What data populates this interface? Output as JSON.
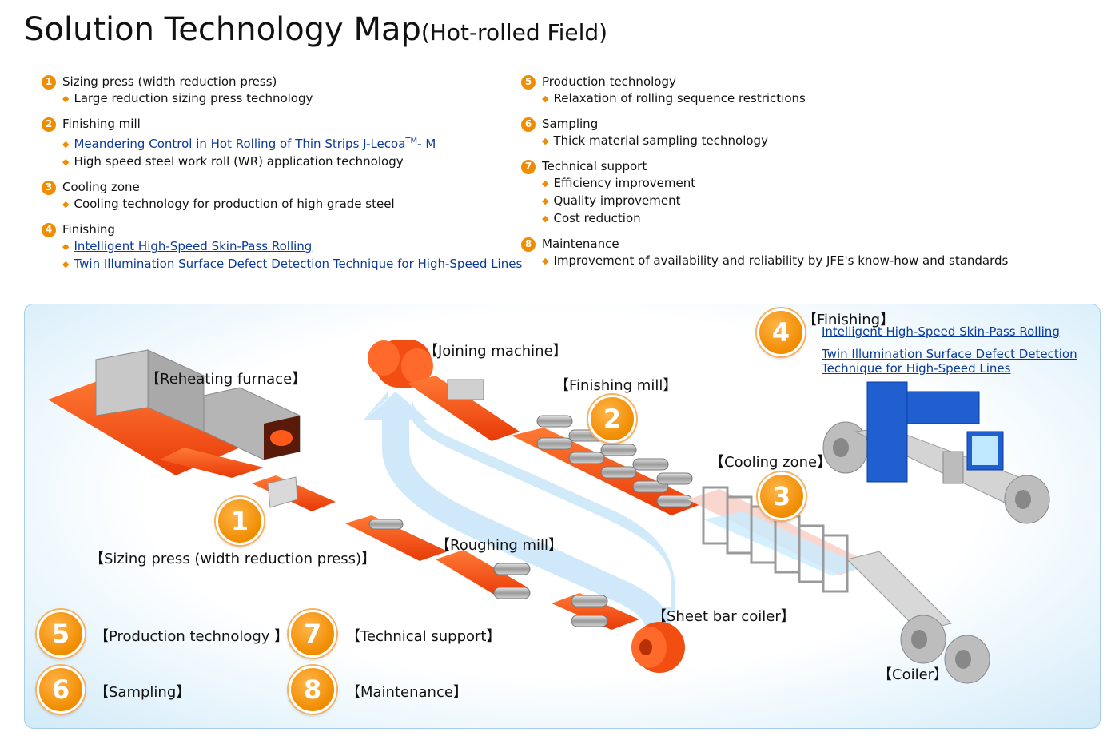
{
  "header": {
    "title": "Solution Technology Map",
    "subtitle": "(Hot-rolled Field)"
  },
  "legend_left": [
    {
      "num": "1",
      "heading": "Sizing press (width reduction press)",
      "items": [
        {
          "text": "Large reduction sizing press technology",
          "link": false
        }
      ]
    },
    {
      "num": "2",
      "heading": "Finishing mill",
      "items": [
        {
          "text": "Meandering Control in Hot Rolling of Thin Strips  J-Lecoa",
          "sup": "TM",
          "suffix": "- M",
          "link": true
        },
        {
          "text": "High speed steel work roll (WR) application technology",
          "link": false
        }
      ]
    },
    {
      "num": "3",
      "heading": "Cooling zone",
      "items": [
        {
          "text": "Cooling technology for production of high grade steel",
          "link": false
        }
      ]
    },
    {
      "num": "4",
      "heading": "Finishing",
      "items": [
        {
          "text": "Intelligent High-Speed Skin-Pass Rolling",
          "link": true
        },
        {
          "text": "Twin Illumination Surface Defect Detection Technique for High-Speed Lines",
          "link": true
        }
      ]
    }
  ],
  "legend_right": [
    {
      "num": "5",
      "heading": "Production technology",
      "items": [
        {
          "text": "Relaxation of rolling sequence restrictions",
          "link": false
        }
      ]
    },
    {
      "num": "6",
      "heading": "Sampling",
      "items": [
        {
          "text": "Thick material sampling technology",
          "link": false
        }
      ]
    },
    {
      "num": "7",
      "heading": "Technical support",
      "items": [
        {
          "text": "Efficiency improvement",
          "link": false
        },
        {
          "text": "Quality improvement",
          "link": false
        },
        {
          "text": "Cost reduction",
          "link": false
        }
      ]
    },
    {
      "num": "8",
      "heading": "Maintenance",
      "items": [
        {
          "text": "Improvement of availability and reliability by JFE's know-how and standards",
          "link": false
        }
      ]
    }
  ],
  "diagram": {
    "labels": {
      "reheating_furnace": "【Reheating furnace】",
      "joining_machine": "【Joining machine】",
      "finishing_mill": "【Finishing mill】",
      "finishing": "【Finishing】",
      "cooling_zone": "【Cooling zone】",
      "sizing_press": "【Sizing press (width reduction press)】",
      "roughing_mill": "【Roughing mill】",
      "sheet_bar_coiler": "【Sheet bar coiler】",
      "coiler": "【Coiler】",
      "production_technology": "【Production technology 】",
      "technical_support": "【Technical support】",
      "sampling": "【Sampling】",
      "maintenance": "【Maintenance】"
    },
    "links": {
      "skin_pass": "Intelligent High-Speed Skin-Pass Rolling",
      "twin_line1": "Twin Illumination Surface Defect Detection",
      "twin_line2": "Technique for High-Speed Lines"
    },
    "badges": {
      "b1": "1",
      "b2": "2",
      "b3": "3",
      "b4": "4",
      "b5": "5",
      "b6": "6",
      "b7": "7",
      "b8": "8"
    },
    "colors": {
      "hot_steel": "#f24e12",
      "accent": "#f08c00",
      "link": "#0a3a9c",
      "equipment_blue": "#1f5fd0"
    }
  }
}
